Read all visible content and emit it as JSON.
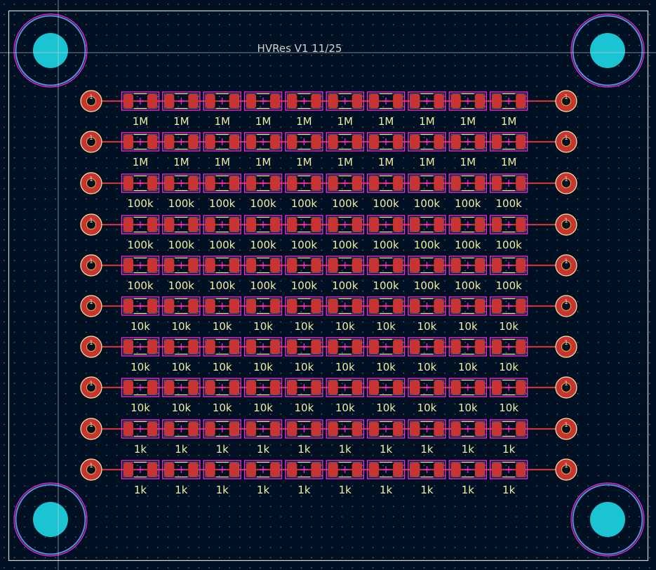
{
  "board_title": "HVRes V1 11/25",
  "pad_number": "1",
  "rows": [
    {
      "value": "1M"
    },
    {
      "value": "1M"
    },
    {
      "value": "100k"
    },
    {
      "value": "100k"
    },
    {
      "value": "100k"
    },
    {
      "value": "10k"
    },
    {
      "value": "10k"
    },
    {
      "value": "10k"
    },
    {
      "value": "1k"
    },
    {
      "value": "1k"
    }
  ],
  "resistors_per_row": 10,
  "colors": {
    "background": "#001023",
    "copper": "#c83434",
    "courtyard": "#ff26e2",
    "silkscreen": "#f2eda1",
    "hole": "#1ac4d2",
    "edge": "#d0d2cd",
    "ring": "#5b8fd8"
  }
}
